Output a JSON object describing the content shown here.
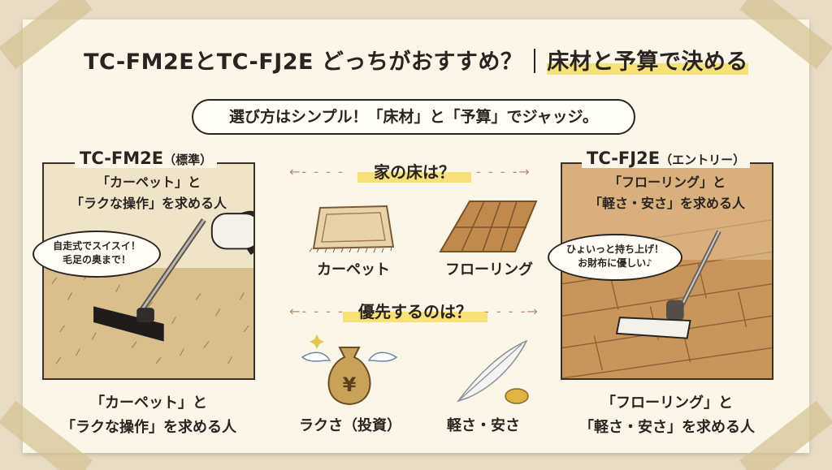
{
  "title": {
    "main": "TC-FM2EとTC-FJ2E どっちがおすすめ？",
    "highlight": "床材と予算で決める"
  },
  "subtitle": "選び方はシンプル！「床材」と「予算」でジャッジ。",
  "left": {
    "model": "TC-FM2E",
    "variant": "（標準）",
    "desc_line1": "「カーペット」と",
    "desc_line2": "「ラクな操作」を求める人",
    "speech_line1": "自走式でスイスイ！",
    "speech_line2": "毛足の奥まで！",
    "bottom_line1": "「カーペット」と",
    "bottom_line2": "「ラクな操作」を求める人"
  },
  "right": {
    "model": "TC-FJ2E",
    "variant": "（エントリー）",
    "desc_line1": "「フローリング」と",
    "desc_line2": "「軽さ・安さ」を求める人",
    "speech_line1": "ひょいっと持ち上げ！",
    "speech_line2": "お財布に優しい♪",
    "bottom_line1": "「フローリング」と",
    "bottom_line2": "「軽さ・安さ」を求める人"
  },
  "center": {
    "question_floor": "家の床は？",
    "carpet_label": "カーペット",
    "flooring_label": "フローリング",
    "question_priority": "優先するのは？",
    "easy_label": "ラクさ（投資）",
    "light_label": "軽さ・安さ",
    "money_symbol": "¥"
  },
  "icons": [
    "carpet-icon",
    "wood-flooring-icon",
    "money-bag-icon",
    "feather-icon",
    "coin-icon",
    "vacuum-illustration"
  ],
  "colors": {
    "highlight": "#f7e27a",
    "arrow": "#c08a72",
    "paper": "#fbf6e8"
  }
}
